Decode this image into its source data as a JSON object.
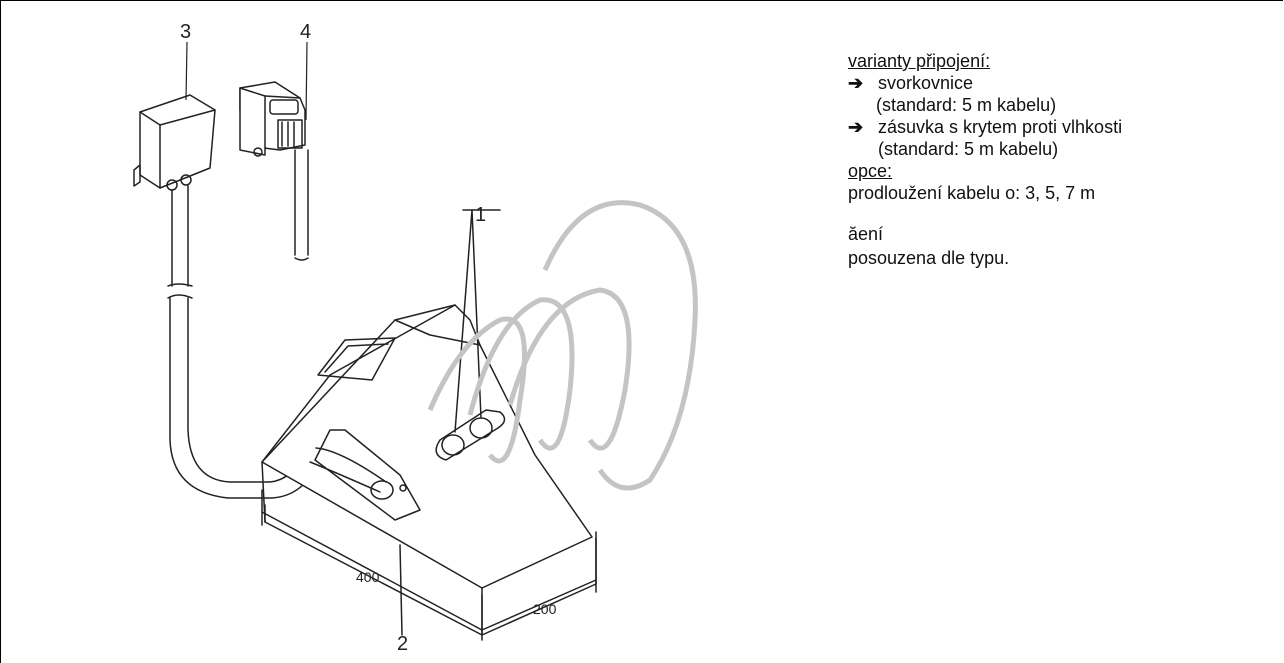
{
  "labels": {
    "part_1": "1",
    "part_2": "2",
    "part_3": "3",
    "part_4": "4",
    "dim_length": "400",
    "dim_width": "200"
  },
  "info": {
    "variants_heading": "varianty připojení:",
    "variant_1_name": "svorkovnice",
    "variant_1_detail": "(standard: 5 m kabelu)",
    "variant_2_name": "zásuvka s krytem proti vlhkosti",
    "variant_2_detail": "(standard: 5 m kabelu)",
    "options_heading": "opce:",
    "options_text": "prodloužení kabelu o: 3, 5, 7 m",
    "note_line_1": "",
    "note_line_2": "",
    "note_line_3": "ăení",
    "note_line_4": "posouzena dle typu."
  },
  "icons": {
    "bullet": "arrow-right-icon"
  }
}
